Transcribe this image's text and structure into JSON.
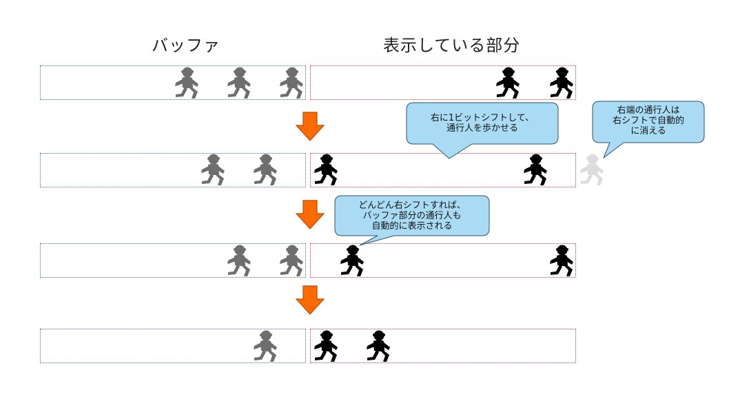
{
  "headers": {
    "buffer": "バッファ",
    "visible": "表示している部分"
  },
  "callouts": [
    {
      "lines": [
        "右に1ビットシフトして、",
        "通行人を歩かせる"
      ]
    },
    {
      "lines": [
        "右端の通行人は",
        "右シフトで自動的",
        "に消える"
      ]
    },
    {
      "lines": [
        "どんどん右シフトすれば、",
        "バッファ部分の通行人も",
        "自動的に表示される"
      ]
    }
  ],
  "colors": {
    "buffer_border": "#3b6fb8",
    "visible_border": "#d23a3a",
    "arrow": "#ff6a00",
    "arrow_edge": "#b84a00",
    "bubble_fill": "#a9dcf4",
    "bubble_edge": "#2d4f6a",
    "walker_buffer": "#6e6e6e",
    "walker_visible": "#000000",
    "walker_ghost": "#dcdcdc"
  },
  "icons": {
    "walker": "walking-person-icon",
    "arrow": "down-arrow-icon"
  }
}
